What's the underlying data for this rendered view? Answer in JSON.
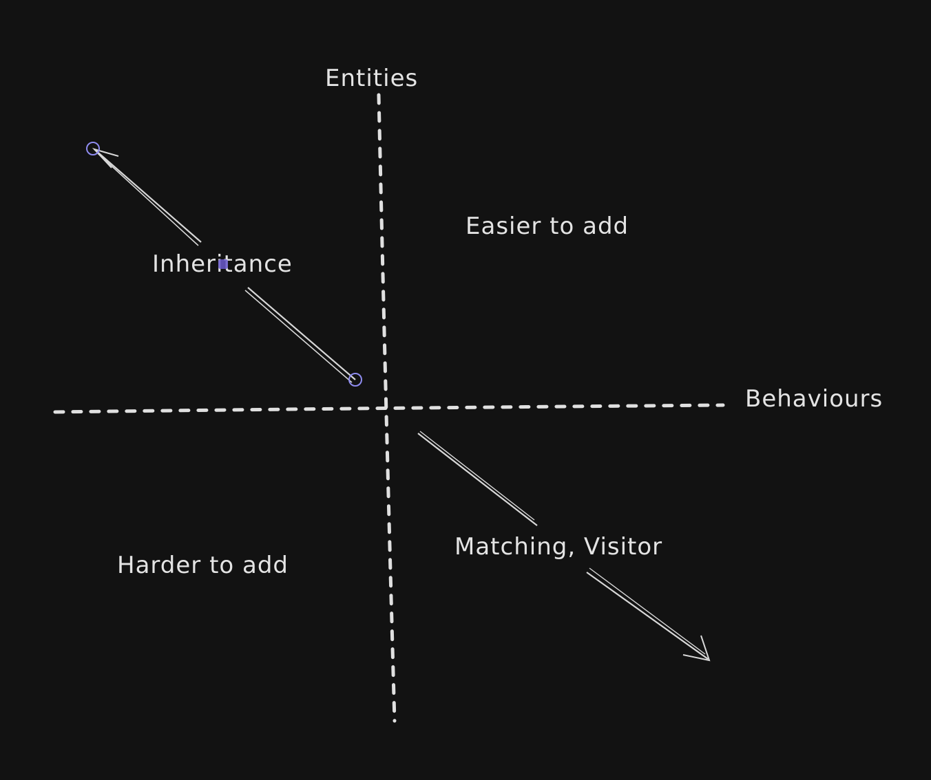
{
  "diagram": {
    "labels": {
      "entities": "Entities",
      "behaviours": "Behaviours",
      "easier": "Easier to add",
      "harder": "Harder to add",
      "inheritance": "Inheritance",
      "matching": "Matching, Visitor"
    },
    "colors": {
      "background": "#121212",
      "stroke": "#e0e0e0",
      "selection": "#8f8cf0",
      "selection_fill": "#6a5acd"
    }
  }
}
